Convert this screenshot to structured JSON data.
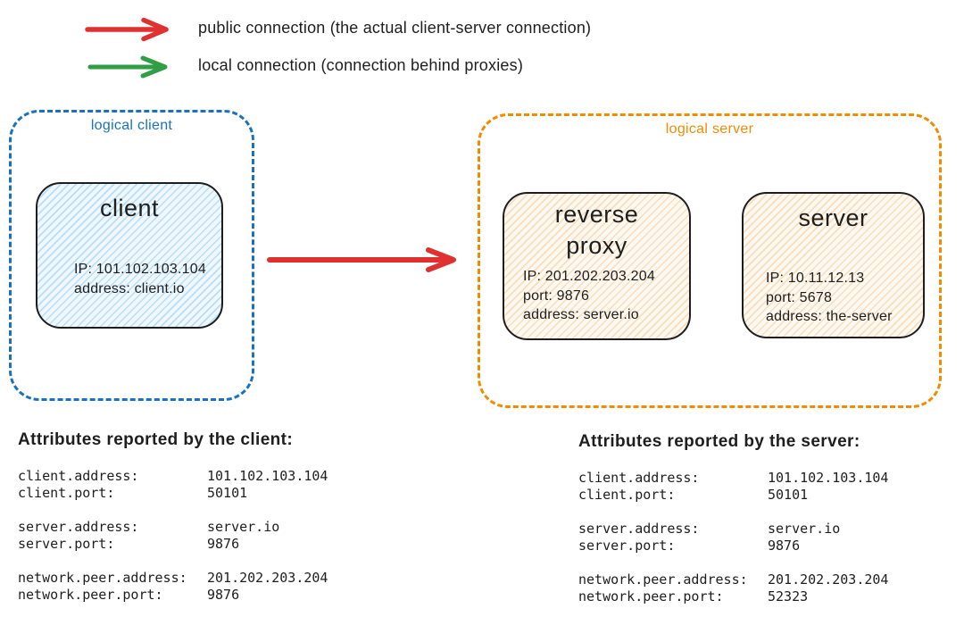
{
  "colors": {
    "red": "#e03131",
    "green": "#2f9e44",
    "blue": "#1971c2",
    "orange": "#f08c00",
    "ink": "#1e1e1e"
  },
  "legend": {
    "items": [
      {
        "name": "public-connection",
        "label": "public connection (the actual client-server connection)"
      },
      {
        "name": "local-connection",
        "label": "local connection (connection behind proxies)"
      }
    ]
  },
  "logical_client": {
    "label": "logical client",
    "node": {
      "title": "client",
      "lines": [
        "IP: 101.102.103.104",
        "address: client.io"
      ]
    }
  },
  "logical_server": {
    "label": "logical server",
    "reverse_proxy": {
      "title": "reverse proxy",
      "lines": [
        "IP: 201.202.203.204",
        "port: 9876",
        "address: server.io"
      ]
    },
    "server": {
      "title": "server",
      "lines": [
        "IP: 10.11.12.13",
        "port: 5678",
        "address: the-server"
      ]
    }
  },
  "attributes_client": {
    "heading": "Attributes reported by the client:",
    "groups": [
      {
        "rows": [
          {
            "key": "client.address:",
            "value": "101.102.103.104"
          },
          {
            "key": "client.port:",
            "value": "50101"
          }
        ]
      },
      {
        "rows": [
          {
            "key": "server.address:",
            "value": "server.io"
          },
          {
            "key": "server.port:",
            "value": "9876"
          }
        ]
      },
      {
        "rows": [
          {
            "key": "network.peer.address:",
            "value": "201.202.203.204"
          },
          {
            "key": "network.peer.port:",
            "value": "9876"
          }
        ]
      }
    ]
  },
  "attributes_server": {
    "heading": "Attributes reported by the server:",
    "groups": [
      {
        "rows": [
          {
            "key": "client.address:",
            "value": "101.102.103.104"
          },
          {
            "key": "client.port:",
            "value": "50101"
          }
        ]
      },
      {
        "rows": [
          {
            "key": "server.address:",
            "value": "server.io"
          },
          {
            "key": "server.port:",
            "value": "9876"
          }
        ]
      },
      {
        "rows": [
          {
            "key": "network.peer.address:",
            "value": "201.202.203.204"
          },
          {
            "key": "network.peer.port:",
            "value": "52323"
          }
        ]
      }
    ]
  }
}
